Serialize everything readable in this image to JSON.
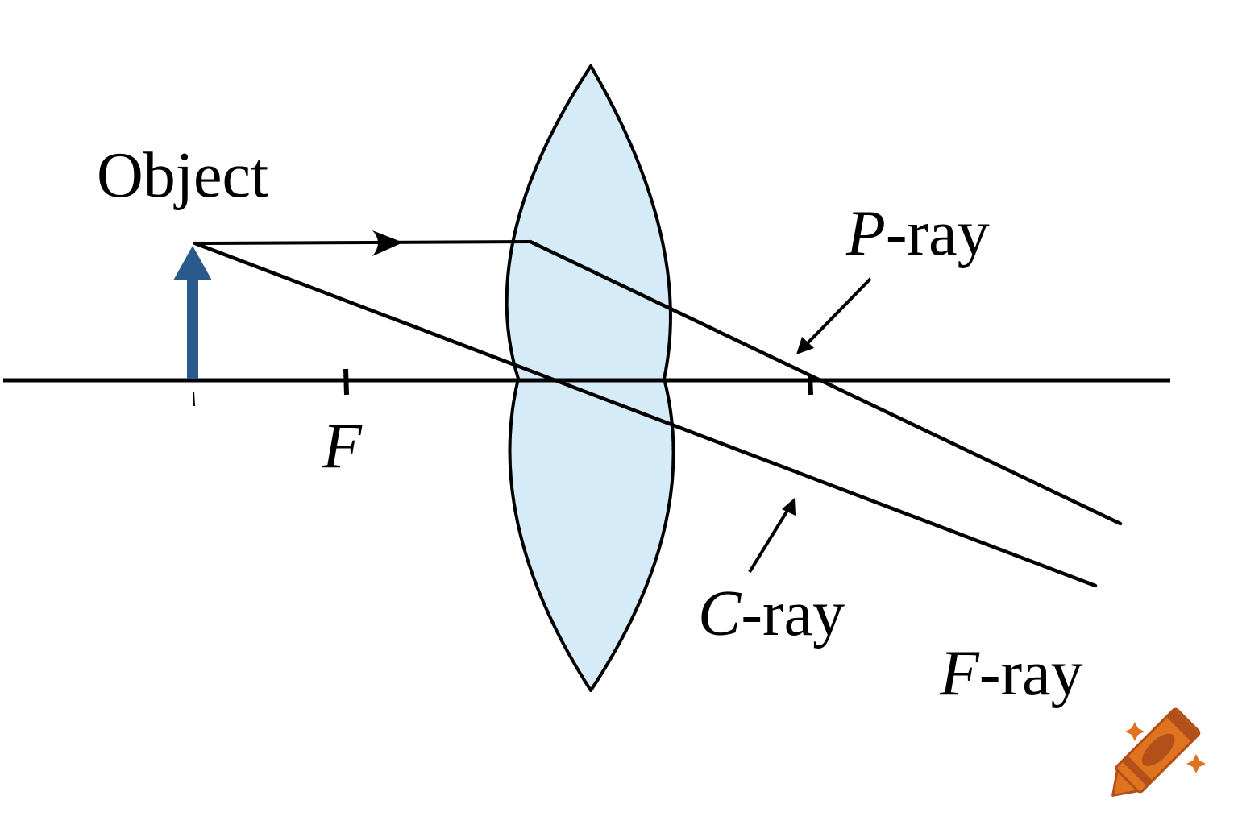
{
  "diagram": {
    "object_label": "Object",
    "focal_label": "F",
    "p_ray": {
      "letter": "P",
      "suffix": "-ray"
    },
    "c_ray": {
      "letter": "C",
      "suffix": "-ray"
    },
    "f_ray": {
      "letter": "F",
      "suffix": "-ray"
    }
  },
  "colors": {
    "lens_fill": "#d6ebf8",
    "object_arrow": "#2a5a8c",
    "line": "#000000",
    "logo_orange": "#e0731f",
    "logo_dark": "#b3501a"
  },
  "icons": {
    "logo": "crayon-icon"
  }
}
